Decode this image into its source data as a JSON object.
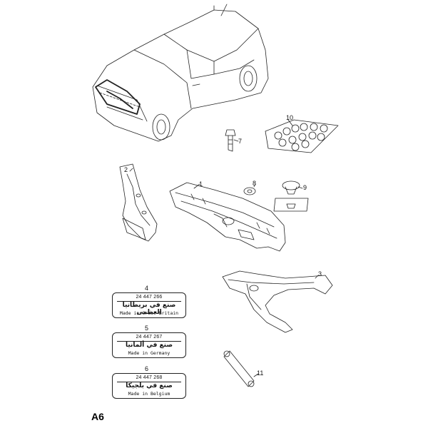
{
  "sheet_code": "A6",
  "callouts": [
    {
      "id": "1",
      "label": "1"
    },
    {
      "id": "2",
      "label": "2"
    },
    {
      "id": "3",
      "label": "3"
    },
    {
      "id": "4",
      "label": "4"
    },
    {
      "id": "5",
      "label": "5"
    },
    {
      "id": "6",
      "label": "6"
    },
    {
      "id": "7",
      "label": "7"
    },
    {
      "id": "8",
      "label": "8"
    },
    {
      "id": "9",
      "label": "9"
    },
    {
      "id": "10",
      "label": "10"
    },
    {
      "id": "11",
      "label": "11"
    }
  ],
  "plates": [
    {
      "part_number": "24 447 266",
      "arabic": "صنع في بريطانيا العظمى",
      "english": "Made in Great Britain"
    },
    {
      "part_number": "24 447 267",
      "arabic": "صنع في ألمانيا",
      "english": "Made in Germany"
    },
    {
      "part_number": "24 447 268",
      "arabic": "صنع في بلجيكا",
      "english": "Made in Belgium"
    }
  ]
}
